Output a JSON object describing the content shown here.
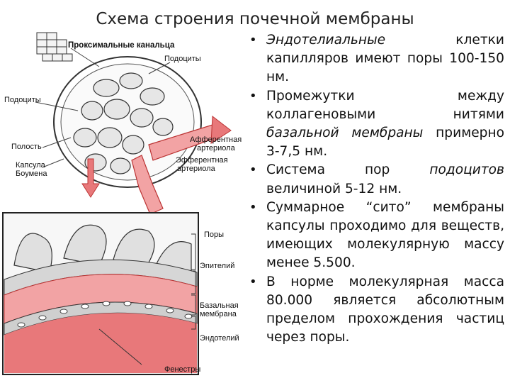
{
  "title": "Схема строения почечной мембраны",
  "figure": {
    "top_labels": {
      "proximal_tubules": "Проксимальные канальца",
      "podocytes_top": "Подоциты",
      "podocytes_left": "Подоциты",
      "cavity": "Полость",
      "capsule": "Капсула Боумена",
      "afferent": "Афферентная артериола",
      "efferent": "Эфферентная артериола"
    },
    "bottom_labels": {
      "pores": "Поры",
      "epithelium": "Эпителий",
      "basal_membrane": "Базальная мембрана",
      "endothelium": "Эндотелий",
      "fenestrae": "Фенестры"
    },
    "colors": {
      "blood": "#e8787a",
      "vessel": "#f2a3a4",
      "line": "#333333"
    }
  },
  "bullets": [
    {
      "parts": [
        {
          "text": "Эндотелиальные",
          "italic": true
        },
        {
          "text": " клетки капилляров имеют поры 100-150 нм.",
          "italic": false
        }
      ]
    },
    {
      "parts": [
        {
          "text": "Промежутки между коллагеновыми нитями ",
          "italic": false
        },
        {
          "text": "базальной мембраны",
          "italic": true
        },
        {
          "text": " примерно 3-7,5 нм.",
          "italic": false
        }
      ]
    },
    {
      "parts": [
        {
          "text": "Система пор ",
          "italic": false
        },
        {
          "text": "подоцитов",
          "italic": true
        },
        {
          "text": " величиной 5-12 нм.",
          "italic": false
        }
      ]
    },
    {
      "parts": [
        {
          "text": "Суммарное “сито” мембраны капсулы проходимо для веществ, имеющих молекулярную массу менее 5.500.",
          "italic": false
        }
      ]
    },
    {
      "parts": [
        {
          "text": "В норме молекулярная масса 80.000 является абсолютным пределом прохождения частиц через поры.",
          "italic": false
        }
      ]
    }
  ]
}
